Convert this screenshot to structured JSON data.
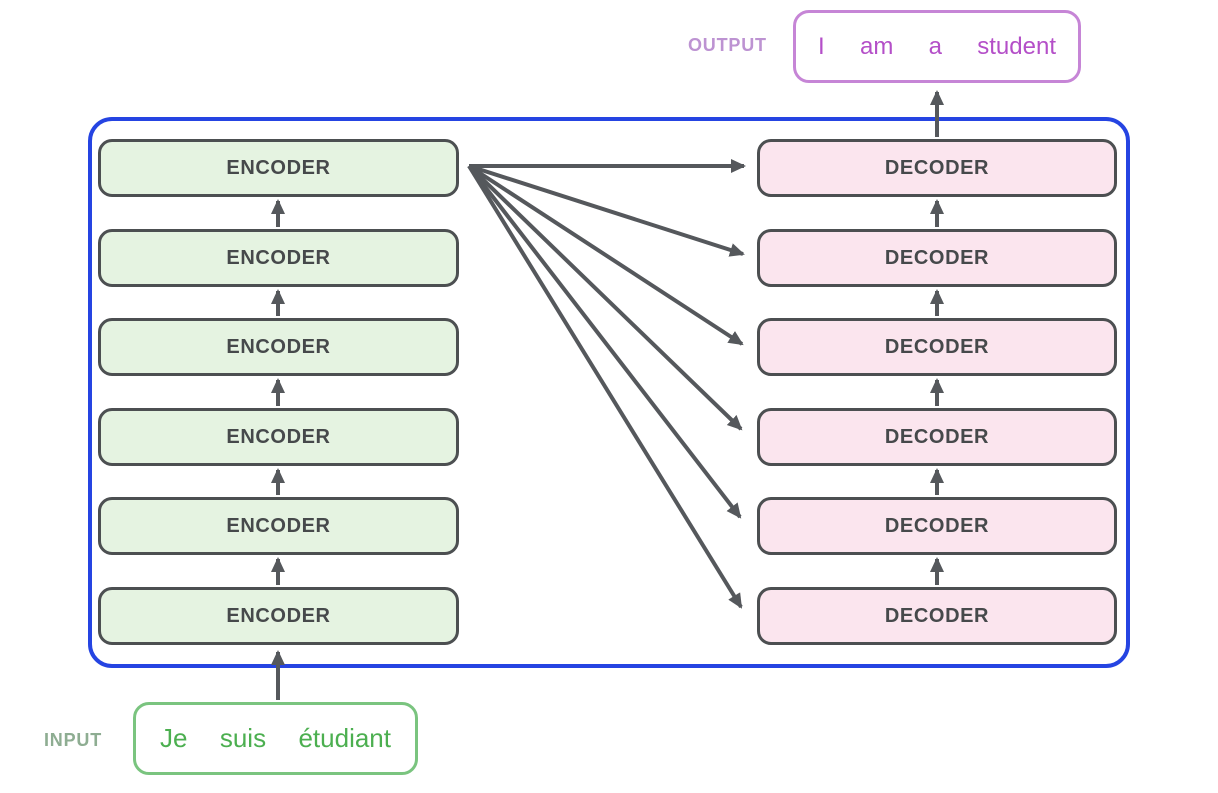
{
  "diagram": {
    "output": {
      "label": "OUTPUT",
      "words": [
        "I",
        "am",
        "a",
        "student"
      ]
    },
    "input": {
      "label": "INPUT",
      "words": [
        "Je",
        "suis",
        "étudiant"
      ]
    },
    "encoders": [
      "ENCODER",
      "ENCODER",
      "ENCODER",
      "ENCODER",
      "ENCODER",
      "ENCODER"
    ],
    "decoders": [
      "DECODER",
      "DECODER",
      "DECODER",
      "DECODER",
      "DECODER",
      "DECODER"
    ]
  },
  "colors": {
    "container_border": "#2544e2",
    "encoder_fill": "#e5f3e1",
    "decoder_fill": "#fbe5ee",
    "box_border": "#4c4f51",
    "box_text": "#46494b",
    "arrow": "#55585c",
    "input_border": "#7ac47f",
    "input_text": "#4caf50",
    "input_label": "#8ead92",
    "output_border": "#c685d6",
    "output_text": "#b44fc8",
    "output_label": "#bd93d2"
  }
}
